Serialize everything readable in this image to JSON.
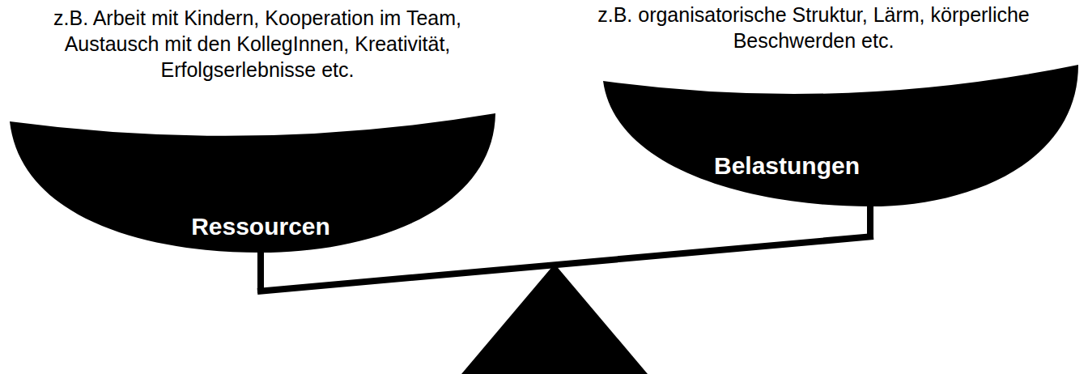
{
  "diagram": {
    "nodes": [
      {
        "text": [
          "z.B. Arbeit mit Kindern, Kooperation im Team, Austausch mit den KollegInnen, Kreativität, Erfolgserlebnisse etc.",
          "Ressourcen"
        ]
      },
      {
        "text": [
          "z.B. organisatorische Struktur, Lärm, körperliche Beschwerden etc.",
          "Belastungen"
        ]
      }
    ]
  }
}
